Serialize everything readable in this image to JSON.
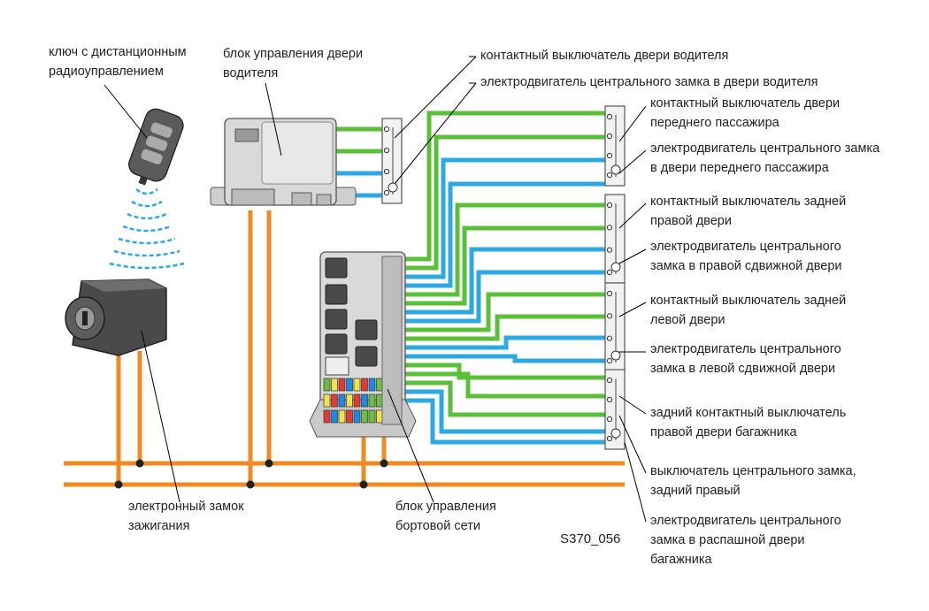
{
  "labels": {
    "remote_key": "ключ с дистанционным\nрадиоуправлением",
    "driver_door_unit": "блок управления двери\nводителя",
    "driver_contact_switch": "контактный выключатель двери водителя",
    "driver_lock_motor": "электродвигатель центрального замка в двери водителя",
    "front_pass_contact_switch": "контактный выключатель двери\nпереднего пассажира",
    "front_pass_lock_motor": "электродвигатель центрального замка\nв двери переднего пассажира",
    "rear_right_contact_switch": "контактный выключатель задней\nправой двери",
    "rear_right_lock_motor": "электродвигатель центрального\nзамка в правой сдвижной двери",
    "rear_left_contact_switch": "контактный выключатель задней\nлевой двери",
    "rear_left_lock_motor": "электродвигатель центрального\nзамка в левой сдвижной двери",
    "trunk_contact_switch": "задний контактный выключатель\nправой двери багажника",
    "rear_lock_switch": "выключатель центрального замка,\nзадний правый",
    "trunk_lock_motor": "электродвигатель центрального\nзамка в распашной двери\nбагажника",
    "ignition_lock": "электронный замок\nзажигания",
    "onboard_control_unit": "блок управления\nбортовой сети"
  },
  "figure_code": "S370_056",
  "colors": {
    "bus": "#f08a24",
    "signal_green": "#5cbf3a",
    "signal_blue": "#2ea8e0",
    "component_fill": "#d9d9d9",
    "component_stroke": "#555555",
    "leader_line": "#000000"
  }
}
